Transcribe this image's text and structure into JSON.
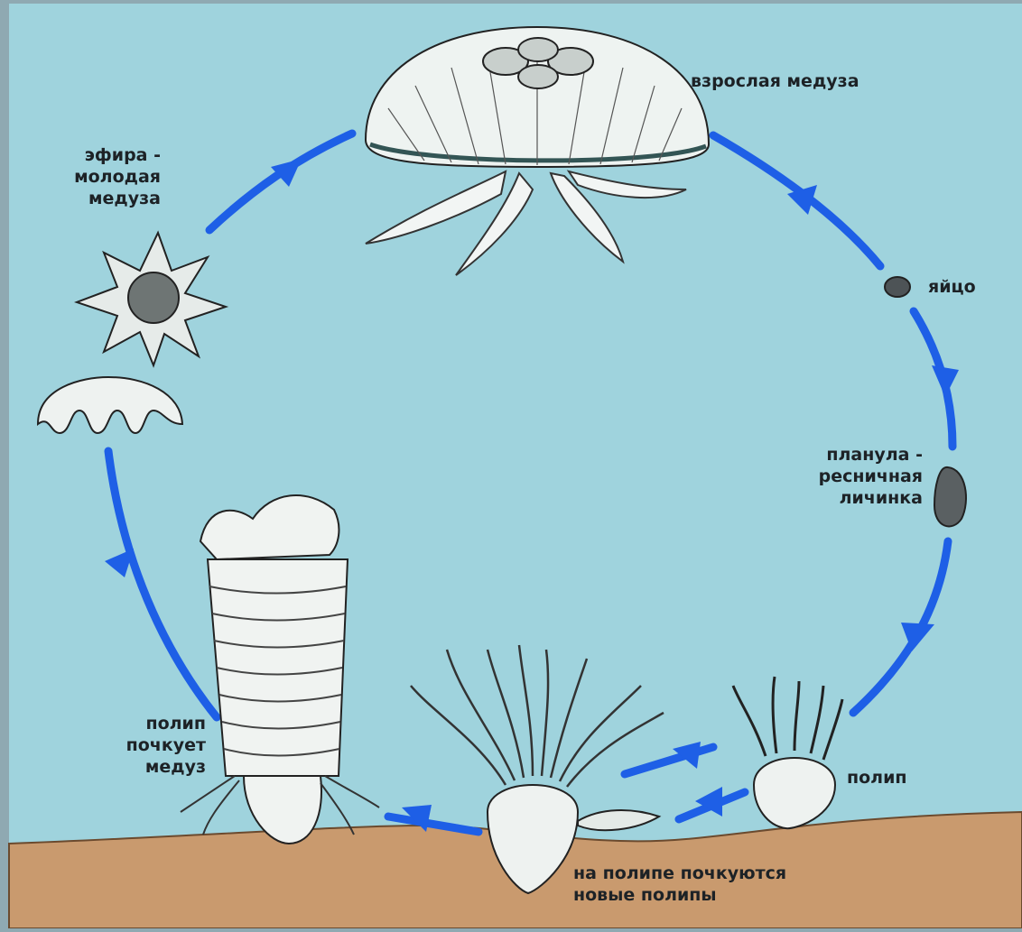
{
  "diagram": {
    "stages": {
      "adult_medusa": "взрослая медуза",
      "egg": "яйцо",
      "planula": [
        "планула -",
        "ресничная",
        "личинка"
      ],
      "polyp": "полип",
      "budding_polyps": [
        "на полипе почкуются",
        "новые полипы"
      ],
      "polyp_buds_medusae": [
        "полип",
        "почкует",
        "медуз"
      ],
      "ephyra": [
        "эфира -",
        "молодая",
        "медуза"
      ]
    }
  },
  "colors": {
    "water": "#9fd3dd",
    "seabed": "#c99a6e",
    "arrow": "#1e5fe6",
    "frame": "#8fa9b2",
    "ink": "#1d2226"
  }
}
